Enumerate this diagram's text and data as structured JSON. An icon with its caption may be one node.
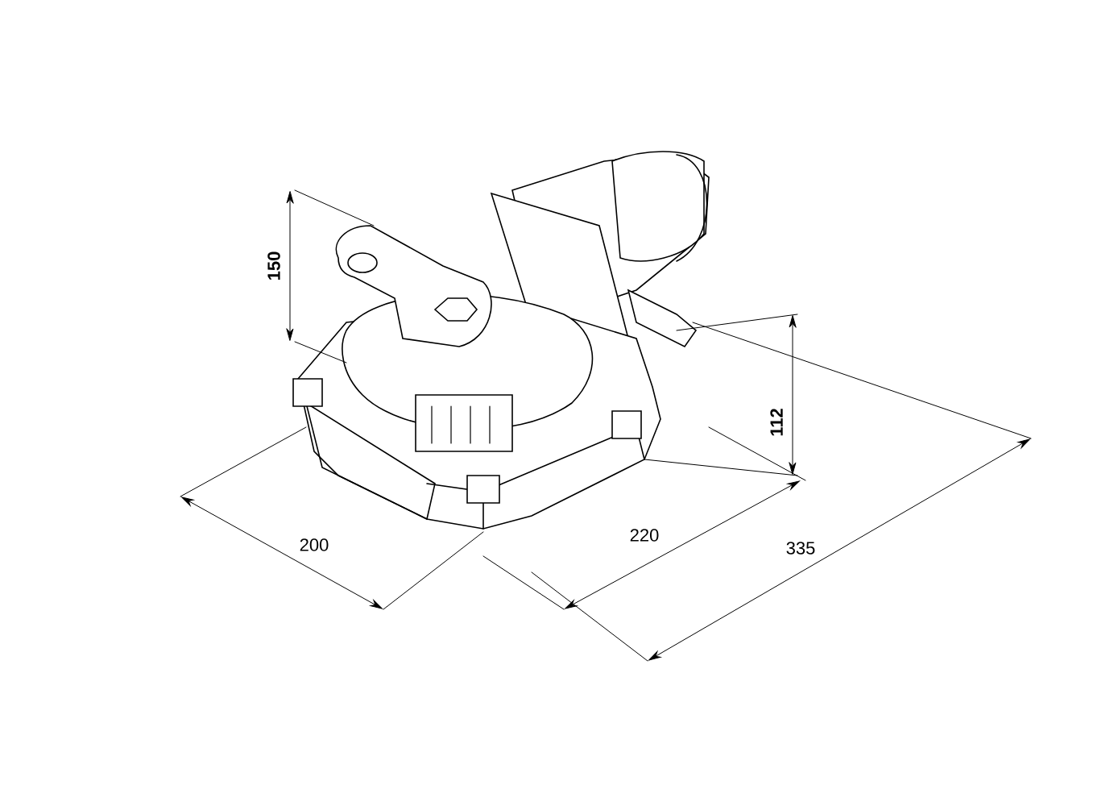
{
  "diagram": {
    "labels": [
      "150",
      "112",
      "200",
      "220",
      "335"
    ]
  }
}
